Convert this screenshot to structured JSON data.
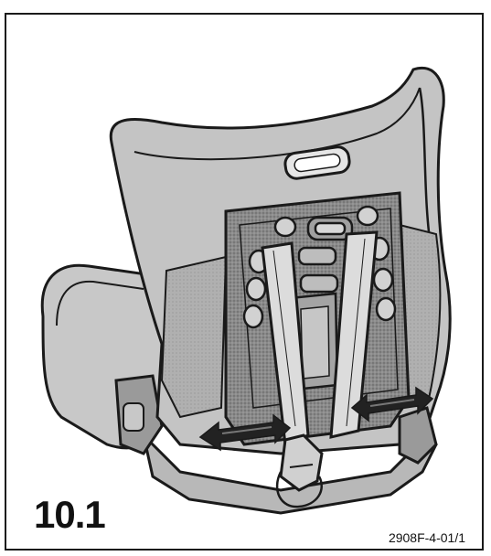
{
  "figure": {
    "number": "10.1",
    "code": "2908F-4-01/1"
  },
  "icons": {
    "illustration": "child-car-seat-rear-view-illustration",
    "arrows": "double-headed-arrow-icon"
  },
  "colors": {
    "outline": "#1a1a1a",
    "shell": "#c4c4c4",
    "shell_shadow": "#9a9a9a",
    "back_panel": "#8c8c8c",
    "strap": "#d8d8d8",
    "arrow": "#222222"
  }
}
